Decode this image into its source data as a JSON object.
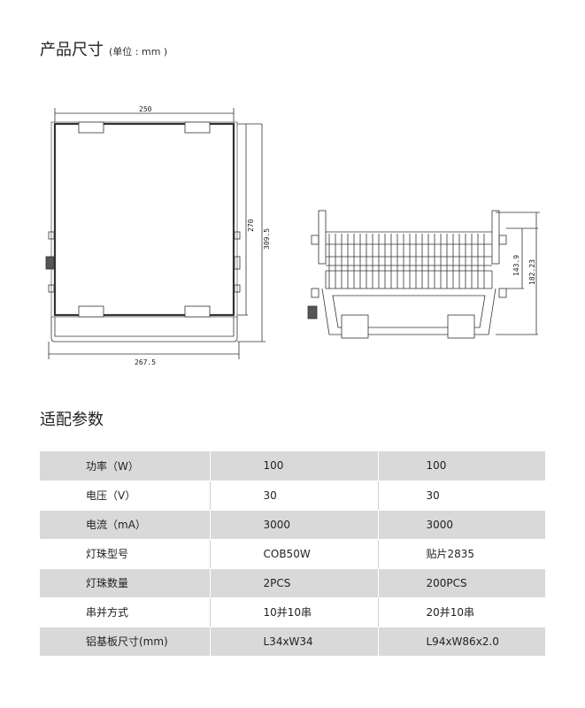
{
  "section1": {
    "title": "产品尺寸",
    "unit_note": "(单位 : mm )"
  },
  "dimensions": {
    "width_top": "250",
    "height_inner": "270",
    "height_outer": "309.5",
    "width_bottom": "267.5",
    "side_height_inner": "143.9",
    "side_height_outer": "182.23"
  },
  "section2": {
    "title": "适配参数"
  },
  "table": {
    "rows": [
      {
        "label": "功率（W）",
        "v1": "100",
        "v2": "100"
      },
      {
        "label": "电压（V）",
        "v1": "30",
        "v2": "30"
      },
      {
        "label": "电流（mA）",
        "v1": "3000",
        "v2": "3000"
      },
      {
        "label": "灯珠型号",
        "v1": "COB50W",
        "v2": "贴片2835"
      },
      {
        "label": "灯珠数量",
        "v1": "2PCS",
        "v2": "200PCS"
      },
      {
        "label": "串并方式",
        "v1": "10并10串",
        "v2": "20并10串"
      },
      {
        "label": "铝基板尺寸(mm)",
        "v1": "L34xW34",
        "v2": "L94xW86x2.0"
      }
    ]
  }
}
